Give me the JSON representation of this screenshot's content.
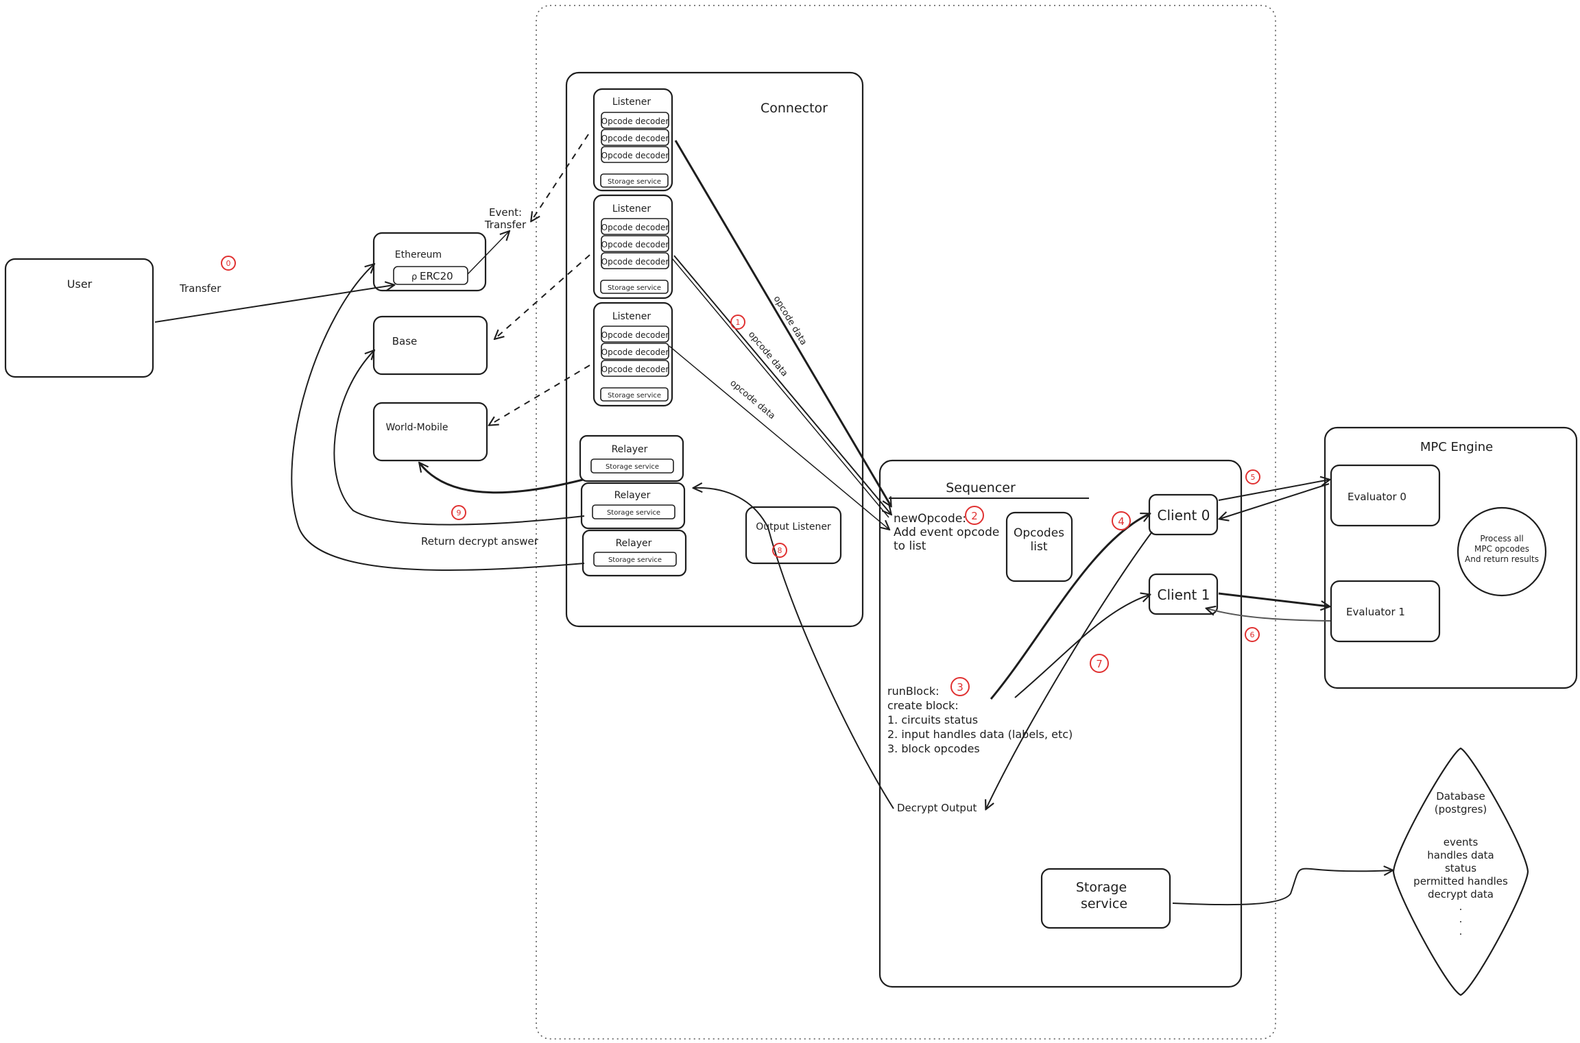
{
  "user": {
    "label": "User"
  },
  "transfer": {
    "label": "Transfer"
  },
  "event": {
    "line1": "Event:",
    "line2": "Transfer"
  },
  "chains": {
    "ethereum": "Ethereum",
    "erc20": "ERC20",
    "base": "Base",
    "world_mobile": "World-Mobile"
  },
  "connector": {
    "title": "Connector",
    "listener_label": "Listener",
    "opcode_decoder_label": "Opcode decoder",
    "storage_service_label": "Storage service",
    "relayer_label": "Relayer",
    "output_listener_label": "Output Listener"
  },
  "edges": {
    "opcode_data": "opcode data",
    "return_decrypt": "Return decrypt answer"
  },
  "sequencer": {
    "title": "Sequencer",
    "new_opcode": [
      "newOpcode:",
      "Add event opcode",
      "to list"
    ],
    "opcodes_list": [
      "Opcodes",
      "list"
    ],
    "client0": "Client 0",
    "client1": "Client 1",
    "run_block": [
      "runBlock:",
      "create block:",
      "1. circuits status",
      "2. input handles data (labels, etc)",
      "3. block opcodes"
    ],
    "decrypt_output": "Decrypt Output",
    "storage_service": [
      "Storage",
      "service"
    ]
  },
  "mpc": {
    "title": "MPC Engine",
    "evaluator0": "Evaluator 0",
    "evaluator1": "Evaluator 1",
    "process": [
      "Process all",
      "MPC opcodes",
      "And return results"
    ]
  },
  "database": {
    "title": [
      "Database",
      "(postgres)"
    ],
    "items": [
      "events",
      "handles data",
      "status",
      "permitted handles",
      "decrypt data",
      ".",
      ".",
      "."
    ]
  },
  "steps": {
    "s0": "0",
    "s1": "1",
    "s2": "2",
    "s3": "3",
    "s4": "4",
    "s5": "5",
    "s6": "6",
    "s7": "7",
    "s8": "8",
    "s9": "9"
  },
  "colors": {
    "ink": "#1e1e1e",
    "badge": "#e03131",
    "background": "#ffffff"
  }
}
